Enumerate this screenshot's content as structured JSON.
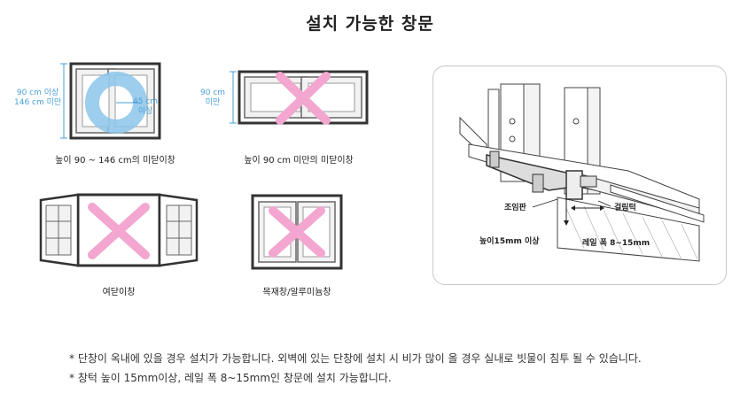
{
  "title": "설치 가능한 창문",
  "figures": {
    "fig1": {
      "caption": "높이 90 ~ 146 cm의 미닫이창",
      "height_label_1": "90 cm 이상",
      "height_label_2": "146 cm 미만",
      "circle_label_1": "45 cm",
      "circle_label_2": "이상"
    },
    "fig2": {
      "caption": "높이 90 cm 미만의 미닫이창",
      "height_label_1": "90 cm",
      "height_label_2": "미만"
    },
    "fig3": {
      "caption": "여닫이창"
    },
    "fig4": {
      "caption": "목재창/알루미늄창"
    }
  },
  "detail": {
    "clamp_label": "조임판",
    "hook_label": "걸림턱",
    "height_label": "높이15mm 이상",
    "rail_label": "레일 폭 8~15mm"
  },
  "notes": [
    "* 단창이 옥내에 있을 경우 설치가 가능합니다. 외벽에 있는 단창에 설치 시 비가 많이 올 경우 실내로 빗물이 침투 될 수 있습니다.",
    "* 창턱 높이 15mm이상, 레일 폭 8~15mm인 창문에 설치 가능합니다."
  ],
  "colors": {
    "x_mark": "#f3a6cf",
    "dimension": "#4a9fd5",
    "circle": "#8cc6ea",
    "frame": "#333333"
  }
}
